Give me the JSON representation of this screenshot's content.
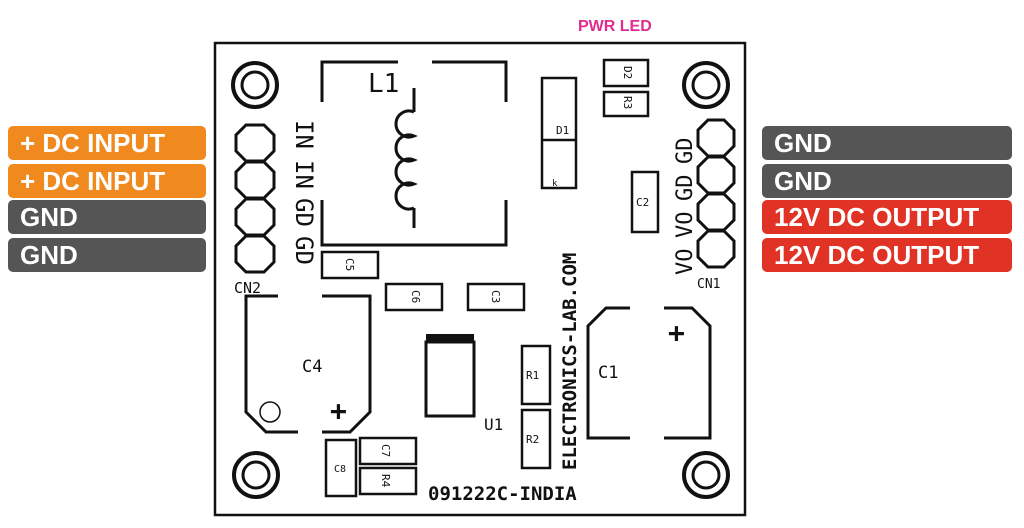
{
  "annotations": {
    "pwr_led": "PWR LED",
    "left_pins": [
      "+ DC INPUT",
      "+ DC INPUT",
      "GND",
      "GND"
    ],
    "right_pins": [
      "GND",
      "GND",
      "12V DC OUTPUT",
      "12V DC OUTPUT"
    ]
  },
  "colors": {
    "input": "#f0891e",
    "ground": "#555555",
    "output": "#e03325",
    "led_label": "#e02b8f"
  },
  "board": {
    "inductor": "L1",
    "cn2_label": "CN2",
    "cn2_pins": [
      "IN",
      "IN",
      "GD",
      "GD"
    ],
    "cn1_label": "CN1",
    "cn1_pins": [
      "GD",
      "GD",
      "VO",
      "VO"
    ],
    "d1": "D1",
    "d2": "D2",
    "r3": "R3",
    "c2": "C2",
    "c5": "C5",
    "c6": "C6",
    "c3": "C3",
    "c4": "C4",
    "c1": "C1",
    "u1": "U1",
    "r1": "R1",
    "r2": "R2",
    "c7": "C7",
    "c8": "C8",
    "r4": "R4",
    "website": "ELECTRONICS-LAB.COM",
    "code": "091222C-INDIA",
    "plus": "+",
    "minus_mark": "k"
  }
}
